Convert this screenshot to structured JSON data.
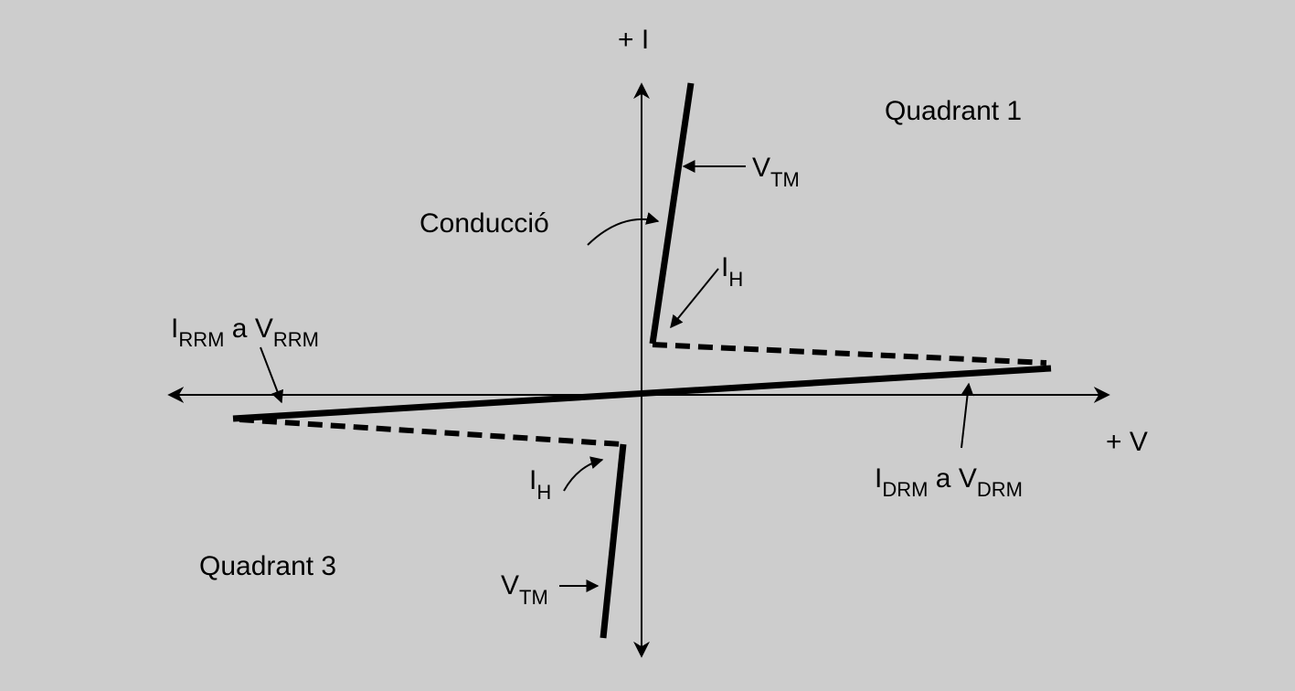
{
  "axes": {
    "y_label": "+ I",
    "x_label": "+ V"
  },
  "quadrants": {
    "q1": "Quadrant 1",
    "q3": "Quadrant 3"
  },
  "labels": {
    "conduction": "Conducció",
    "vtm_q1": {
      "main": "V",
      "sub": "TM"
    },
    "ih_q1": {
      "main": "I",
      "sub": "H"
    },
    "irrm": {
      "i_main": "I",
      "i_sub": "RRM",
      "joiner": " a ",
      "v_main": "V",
      "v_sub": "RRM"
    },
    "idrm": {
      "i_main": "I",
      "i_sub": "DRM",
      "joiner": " a ",
      "v_main": "V",
      "v_sub": "DRM"
    },
    "ih_q3": {
      "main": "I",
      "sub": "H"
    },
    "vtm_q3": {
      "main": "V",
      "sub": "TM"
    }
  },
  "colors": {
    "background": "#cdcdcd",
    "ink": "#000000"
  }
}
